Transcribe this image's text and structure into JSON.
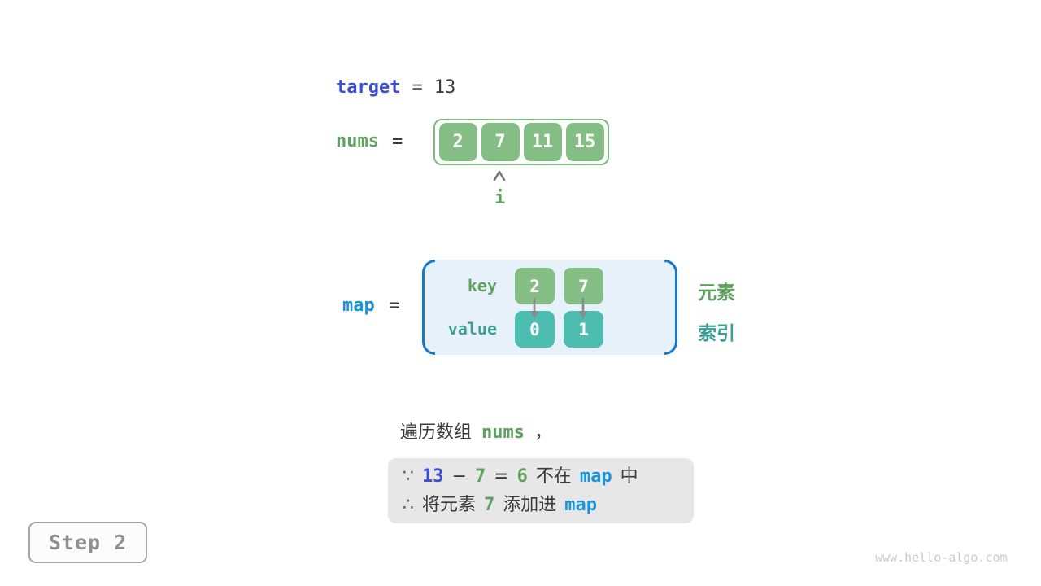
{
  "palette": {
    "royal_blue": "#3D4FD0",
    "sky_blue": "#1A94D8",
    "bracket_blue": "#1878C8",
    "green_text": "#5FA25F",
    "green_box": "#85BE85",
    "teal_box": "#4DBDB1",
    "teal_text": "#3D9E94",
    "map_panel_bg": "#E6F1FA",
    "note_bg": "#E7E7E7",
    "dark_text": "#3B3B3B",
    "arrow_gray": "#8A8A8A"
  },
  "target": {
    "label": "target",
    "equals": "=",
    "value": "13"
  },
  "nums": {
    "label": "nums",
    "equals": "=",
    "cells": [
      "2",
      "7",
      "11",
      "15"
    ],
    "pointer_label": "i",
    "pointer_index": 1
  },
  "map": {
    "label": "map",
    "equals": "=",
    "key_label": "key",
    "value_label": "value",
    "keys": [
      "2",
      "7"
    ],
    "values": [
      "0",
      "1"
    ],
    "element_label": "元素",
    "index_label": "索引"
  },
  "caption": {
    "prefix": "遍历数组",
    "code": "nums",
    "suffix": "，"
  },
  "note": {
    "line1": [
      {
        "text": "∵",
        "style": "gray"
      },
      {
        "text": "13",
        "style": "royal"
      },
      {
        "text": "−",
        "style": "dark"
      },
      {
        "text": "7",
        "style": "green"
      },
      {
        "text": "=",
        "style": "dark"
      },
      {
        "text": "6",
        "style": "green"
      },
      {
        "text": "不在",
        "style": "dark"
      },
      {
        "text": "map",
        "style": "sky"
      },
      {
        "text": "中",
        "style": "dark"
      }
    ],
    "line2": [
      {
        "text": "∴",
        "style": "gray"
      },
      {
        "text": "将元素",
        "style": "dark"
      },
      {
        "text": "7",
        "style": "green"
      },
      {
        "text": "添加进",
        "style": "dark"
      },
      {
        "text": "map",
        "style": "sky"
      }
    ]
  },
  "step": {
    "label": "Step 2"
  },
  "watermark": "www.hello-algo.com"
}
